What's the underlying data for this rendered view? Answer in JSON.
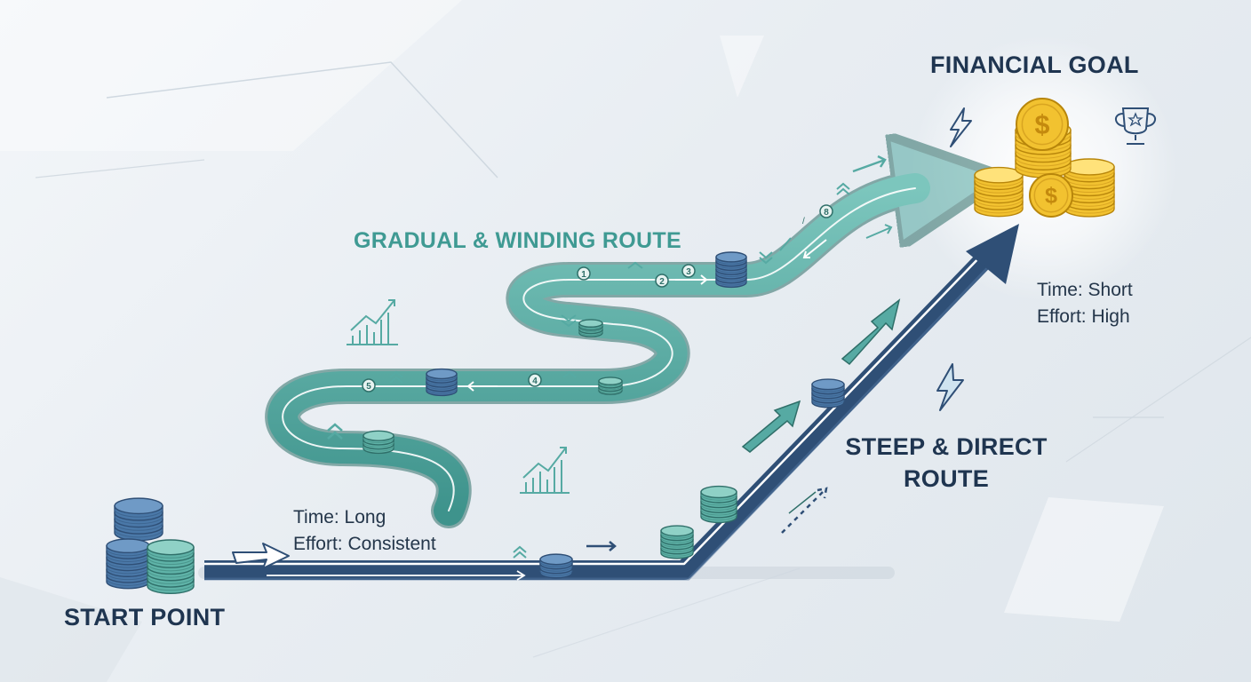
{
  "labels": {
    "start": "START POINT",
    "goal": "FINANCIAL GOAL",
    "winding_route": "GRADUAL & WINDING ROUTE",
    "direct_route_line1": "STEEP & DIRECT",
    "direct_route_line2": "ROUTE"
  },
  "winding": {
    "time": "Time: Long",
    "effort": "Effort: Consistent",
    "milestones": [
      "1",
      "2",
      "3",
      "4",
      "5",
      "8"
    ]
  },
  "direct": {
    "time": "Time: Short",
    "effort": "Effort: High"
  },
  "icons": {
    "coin_symbol": "$",
    "goal_coins": "gold-coin-stack-icon",
    "trophy": "trophy-icon",
    "lightning": "lightning-bolt-icon",
    "growth_chart": "growth-chart-icon"
  },
  "colors": {
    "winding_route": "#56aaa3",
    "direct_route": "#2f4f76",
    "coin_blue": "#4a78a8",
    "coin_teal": "#5fb3a8",
    "gold": "#f2c230",
    "text_dark": "#1f3550"
  }
}
